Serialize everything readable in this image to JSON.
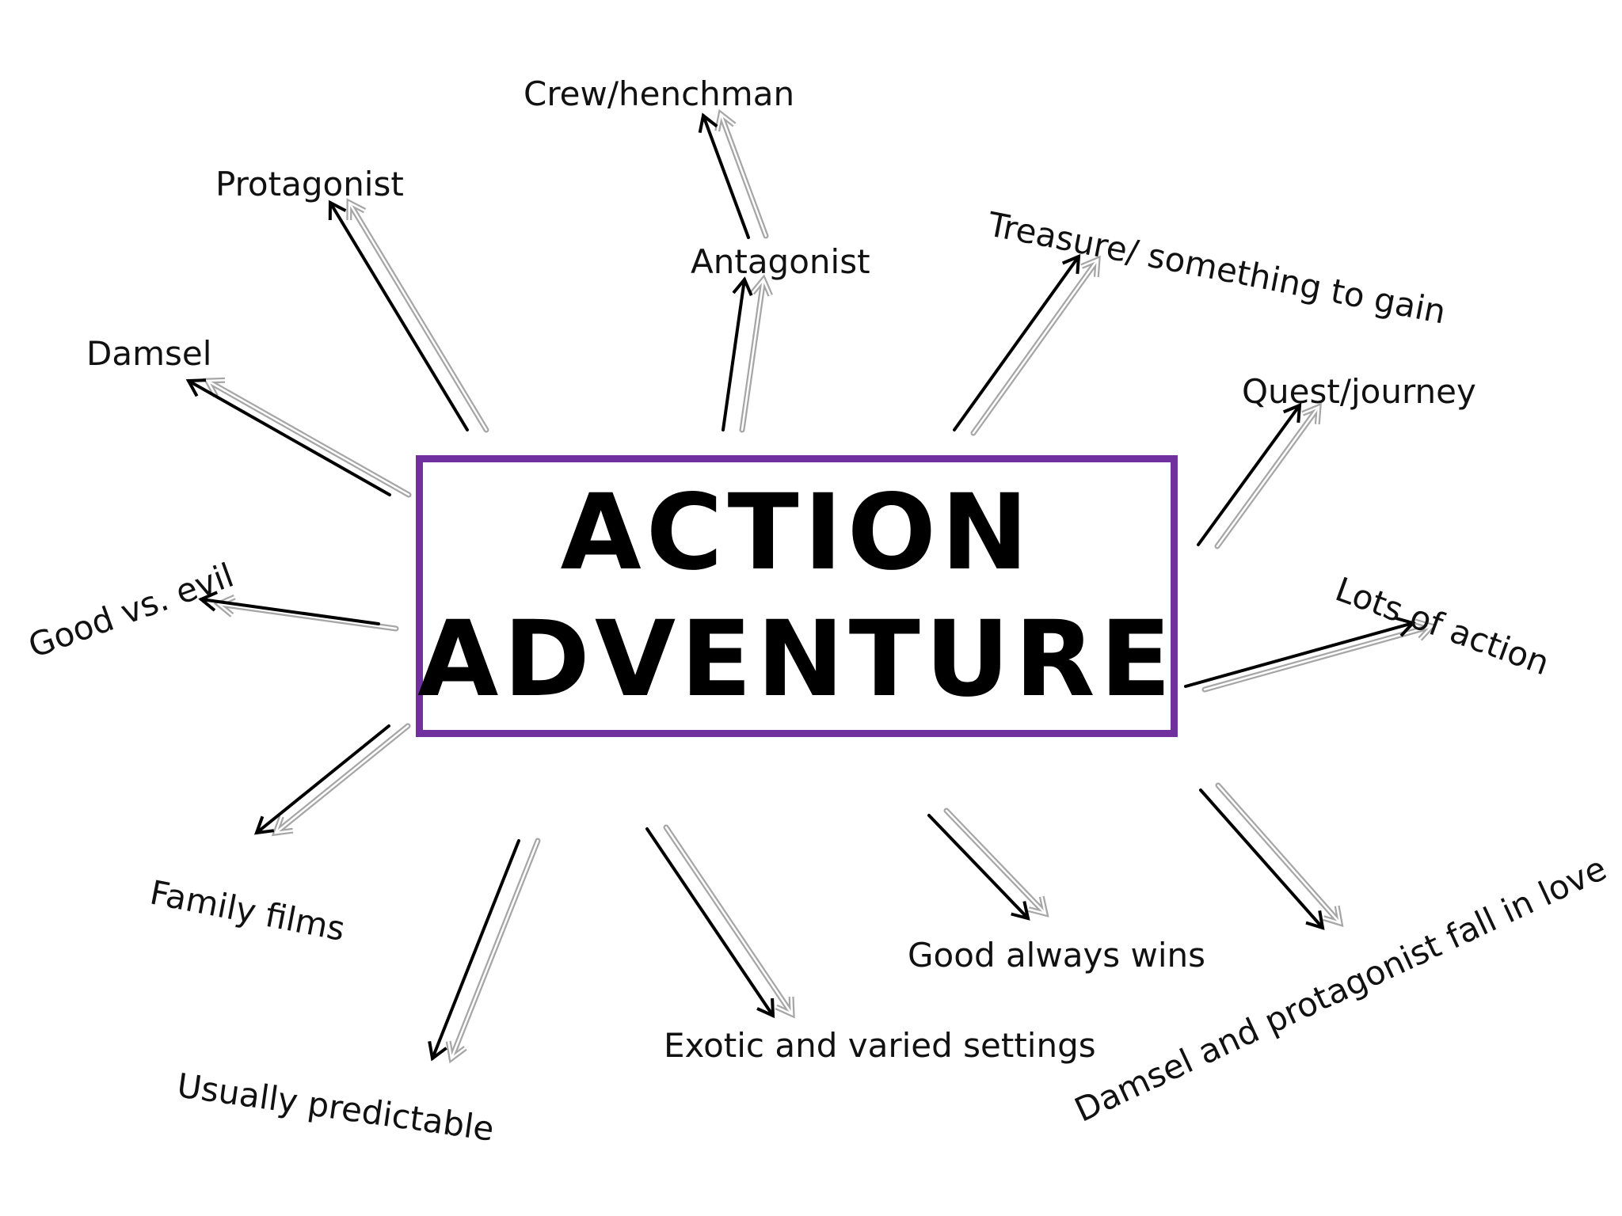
{
  "title": {
    "line1": "ACTION",
    "line2": "ADVENTURE"
  },
  "colors": {
    "box_border": "#7030a0",
    "arrow_dark": "#000000",
    "arrow_shadow": "#a6a6a6"
  },
  "labels": {
    "crew": "Crew/henchman",
    "protagonist": "Protagonist",
    "antagonist": "Antagonist",
    "treasure": "Treasure/ something to gain",
    "damsel": "Damsel",
    "quest": "Quest/journey",
    "good_vs_evil": "Good vs. evil",
    "lots_of_action": "Lots of action",
    "family_films": "Family films",
    "usually_predictable": "Usually predictable",
    "exotic_settings": "Exotic and varied settings",
    "good_always_wins": "Good always wins",
    "damsel_love": "Damsel and protagonist fall in love"
  }
}
